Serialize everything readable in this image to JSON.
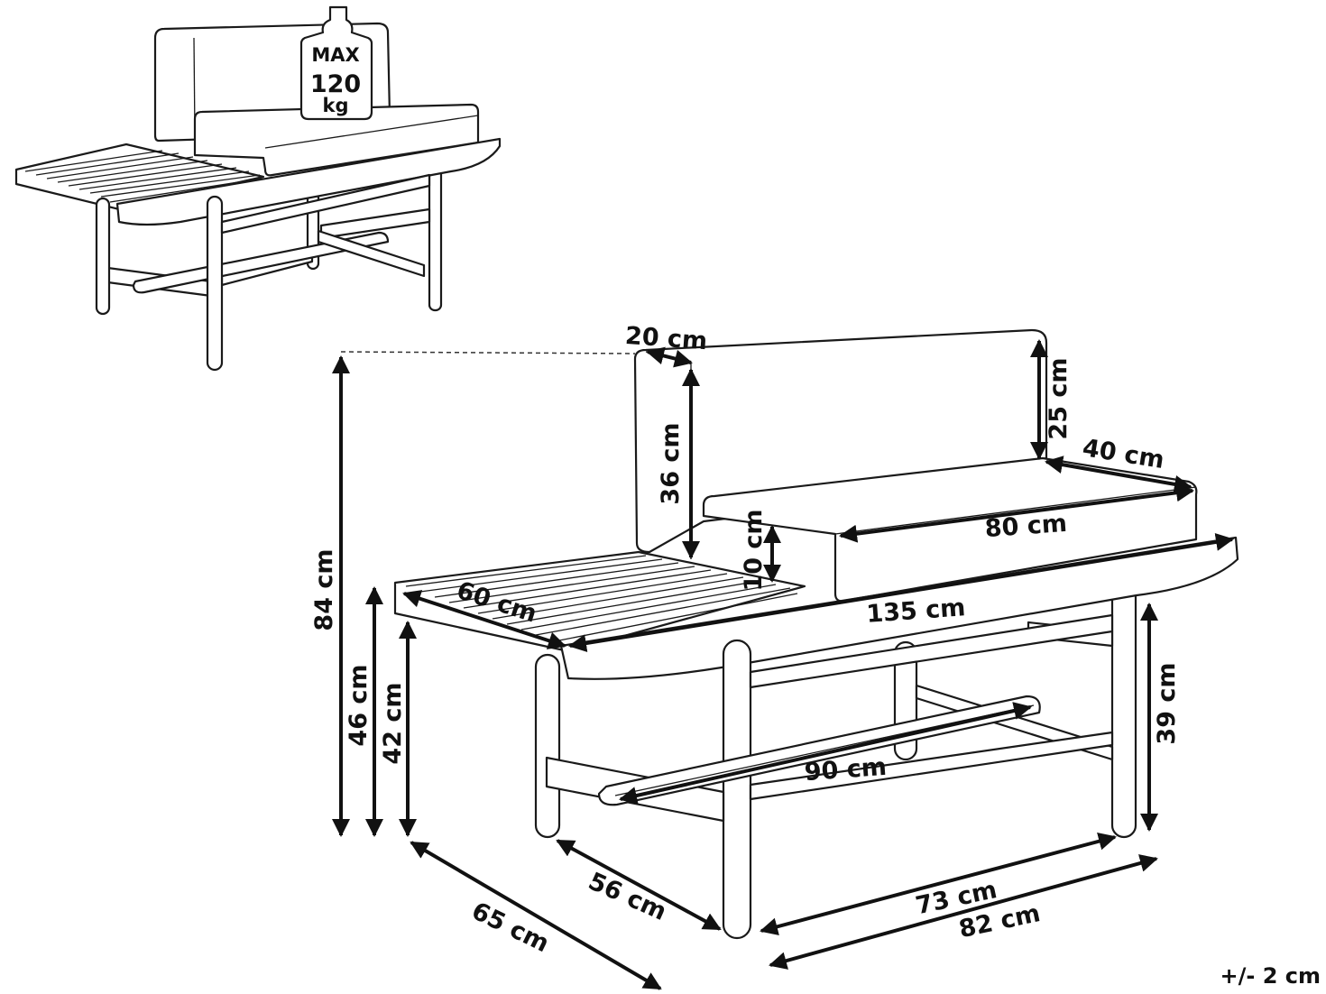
{
  "weight_badge": {
    "top": "MAX",
    "value": "120",
    "unit": "kg"
  },
  "dimensions": {
    "backrest_depth": "20 cm",
    "backrest_height": "36 cm",
    "backrest_top": "25 cm",
    "seat_cushion_depth": "40 cm",
    "seat_cushion_width": "80 cm",
    "seat_cushion_height": "10 cm",
    "table_width": "60 cm",
    "total_width": "135 cm",
    "total_height": "84 cm",
    "seat_height": "46 cm",
    "table_height": "42 cm",
    "leg_height": "39 cm",
    "bar_length": "90 cm",
    "inner_depth": "56 cm",
    "total_depth": "65 cm",
    "inner_length": "73 cm",
    "total_length": "82 cm"
  },
  "tolerance": "+/- 2 cm"
}
